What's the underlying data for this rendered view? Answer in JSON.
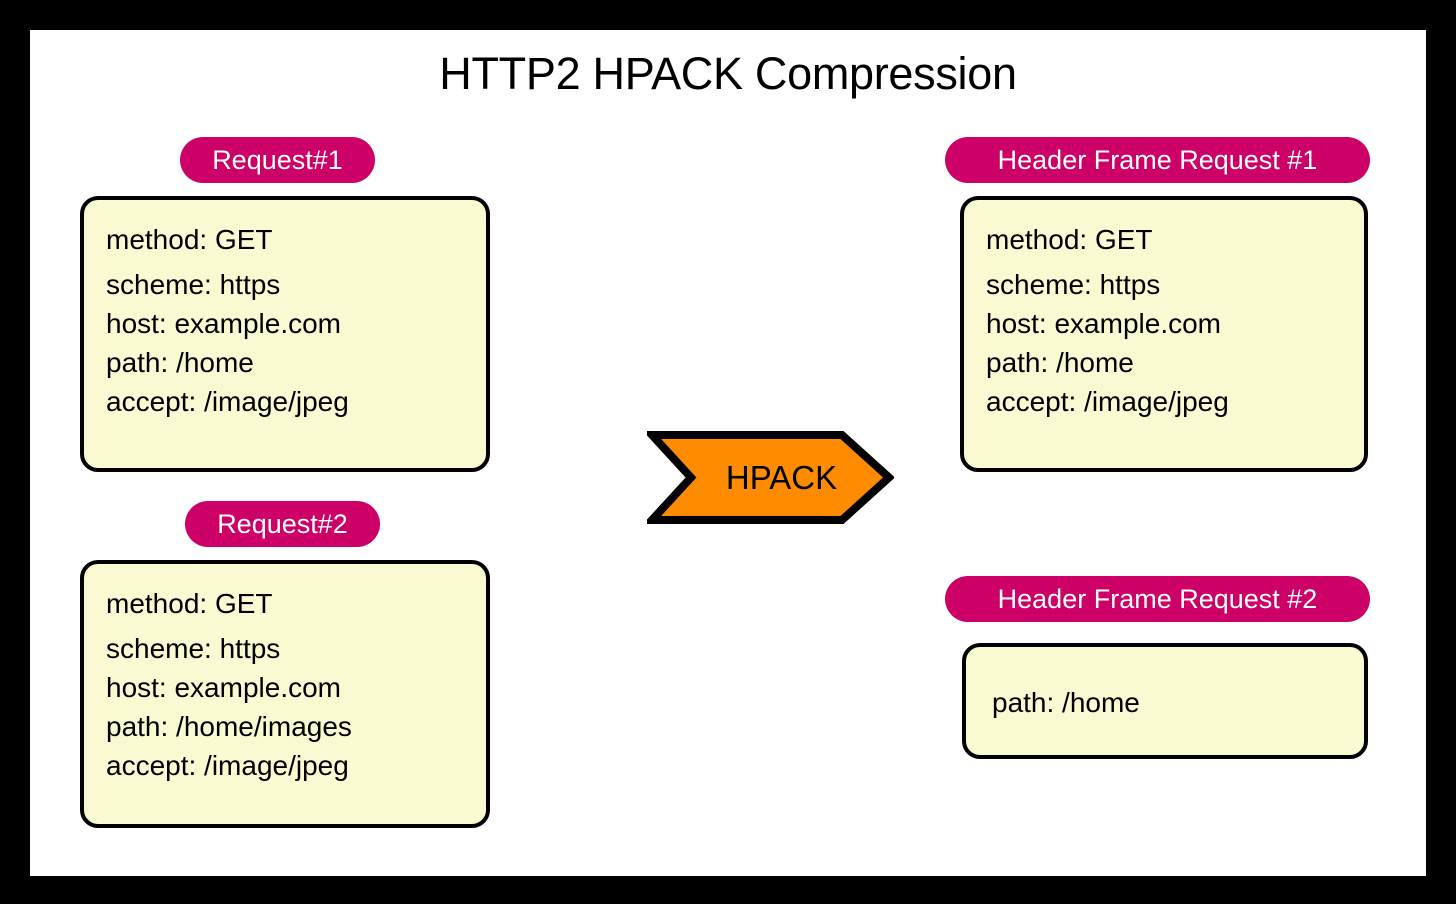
{
  "diagram": {
    "title": "HTTP2 HPACK Compression",
    "colors": {
      "frame": "#000000",
      "page": "#ffffff",
      "pill": "#CC0066",
      "pill_text": "#ffffff",
      "note_fill": "#FAFAD2",
      "note_border": "#000000",
      "arrow_fill": "#FF8C00",
      "arrow_border": "#000000",
      "text": "#000000"
    }
  },
  "left_column": {
    "request1": {
      "label": "Request#1",
      "headers": [
        "method: GET",
        "scheme: https",
        "host: example.com",
        "path: /home",
        "accept: /image/jpeg"
      ]
    },
    "request2": {
      "label": "Request#2",
      "headers": [
        "method: GET",
        "scheme: https",
        "host: example.com",
        "path: /home/images",
        "accept: /image/jpeg"
      ]
    }
  },
  "processor": {
    "label": "HPACK",
    "icon": "right-chevron-arrow-icon"
  },
  "right_column": {
    "header_frame1": {
      "label": "Header Frame Request #1",
      "headers": [
        "method: GET",
        "scheme: https",
        "host: example.com",
        "path: /home",
        "accept: /image/jpeg"
      ]
    },
    "header_frame2": {
      "label": "Header Frame Request #2",
      "headers": [
        "path: /home"
      ]
    }
  }
}
